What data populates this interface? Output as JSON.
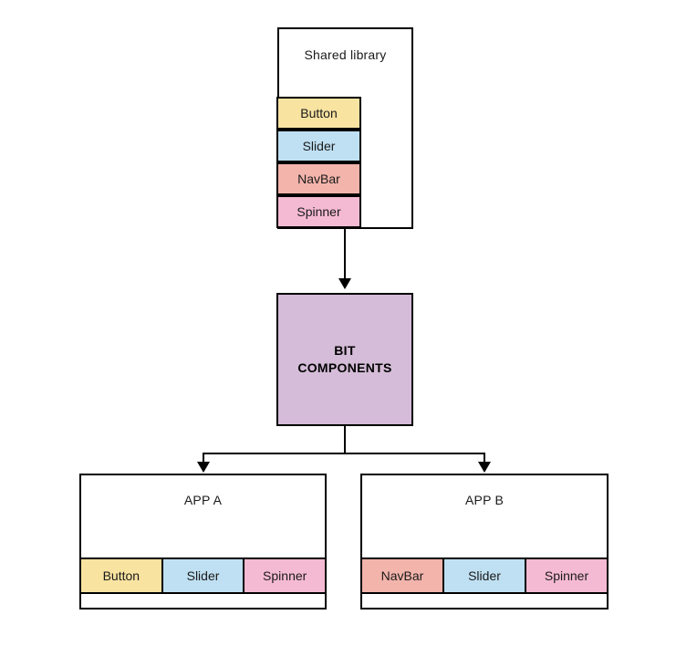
{
  "diagram": {
    "shared_library": {
      "title": "Shared library",
      "items": [
        {
          "label": "Button",
          "color": "#f8e3a1"
        },
        {
          "label": "Slider",
          "color": "#bfe0f2"
        },
        {
          "label": "NavBar",
          "color": "#f3b4ab"
        },
        {
          "label": "Spinner",
          "color": "#f5bad3"
        }
      ]
    },
    "bit_components": {
      "label": "BIT\nCOMPONENTS",
      "line1": "BIT",
      "line2": "COMPONENTS",
      "color": "#d5bcd8"
    },
    "apps": [
      {
        "title": "APP A",
        "components": [
          {
            "label": "Button",
            "color": "#f8e3a1"
          },
          {
            "label": "Slider",
            "color": "#bfe0f2"
          },
          {
            "label": "Spinner",
            "color": "#f5bad3"
          }
        ]
      },
      {
        "title": "APP B",
        "components": [
          {
            "label": "NavBar",
            "color": "#f3b4ab"
          },
          {
            "label": "Slider",
            "color": "#bfe0f2"
          },
          {
            "label": "Spinner",
            "color": "#f5bad3"
          }
        ]
      }
    ],
    "connectors": [
      {
        "name": "shared-library-to-bit-components",
        "type": "arrow-down"
      },
      {
        "name": "bit-components-to-app-a",
        "type": "fork-arrow-down"
      },
      {
        "name": "bit-components-to-app-b",
        "type": "fork-arrow-down"
      }
    ],
    "colors": {
      "stroke": "#000000",
      "background": "#ffffff",
      "button": "#f8e3a1",
      "slider": "#bfe0f2",
      "navbar": "#f3b4ab",
      "spinner": "#f5bad3",
      "bit": "#d5bcd8"
    }
  }
}
